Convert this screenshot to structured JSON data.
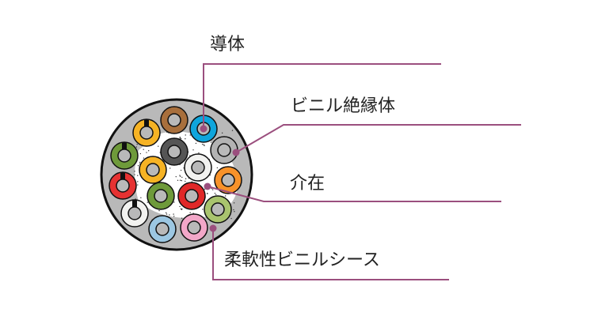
{
  "labels": {
    "conductor": "導体",
    "insulation": "ビニル絶縁体",
    "filler": "介在",
    "sheath": "柔軟性ビニルシース"
  },
  "colors": {
    "leader_line": "#9b4f7e",
    "sheath": "#b9b9b9",
    "conductor": "#b9b9b9"
  },
  "cores": [
    {
      "name": "brown",
      "color": "#a86f3c",
      "marked": false
    },
    {
      "name": "blue",
      "color": "#0ea5dc",
      "marked": false
    },
    {
      "name": "orange-marked",
      "color": "#f6b324",
      "marked": true
    },
    {
      "name": "green-marked",
      "color": "#6e9a3a",
      "marked": true
    },
    {
      "name": "dark-gray",
      "color": "#555555",
      "marked": false
    },
    {
      "name": "gray",
      "color": "#b3b3b3",
      "marked": false
    },
    {
      "name": "yellow-orange",
      "color": "#f6b324",
      "marked": false
    },
    {
      "name": "white",
      "color": "#f2f2f0",
      "marked": false
    },
    {
      "name": "orange",
      "color": "#f7922a",
      "marked": false
    },
    {
      "name": "red-marked",
      "color": "#e63232",
      "marked": true
    },
    {
      "name": "green",
      "color": "#6e9a3a",
      "marked": false
    },
    {
      "name": "red",
      "color": "#e02828",
      "marked": false
    },
    {
      "name": "light-green",
      "color": "#a9c46e",
      "marked": false
    },
    {
      "name": "white-marked",
      "color": "#f2f2f0",
      "marked": true
    },
    {
      "name": "light-blue",
      "color": "#9cc7e2",
      "marked": false
    },
    {
      "name": "pink",
      "color": "#f2a7c8",
      "marked": false
    }
  ]
}
